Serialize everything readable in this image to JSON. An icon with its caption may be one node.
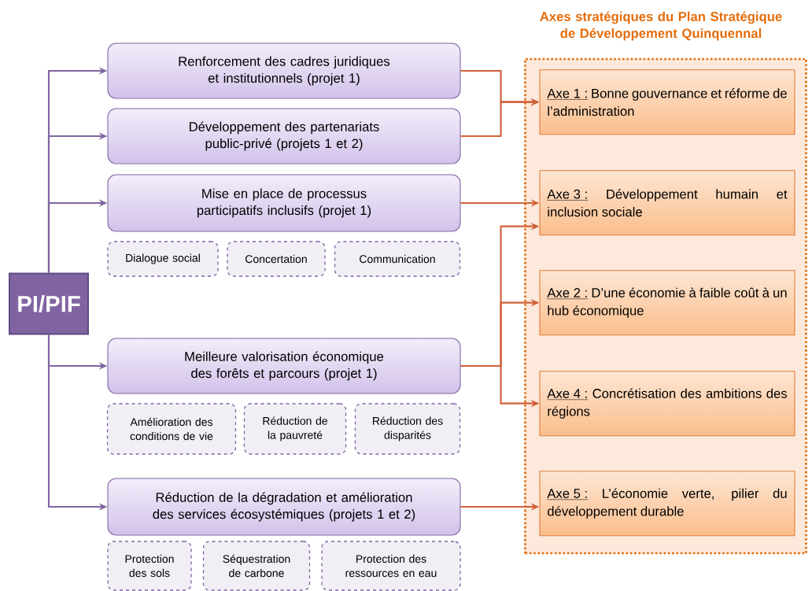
{
  "diagram": {
    "nodes": [
      {
        "text": [
          "PI/PIF"
        ]
      },
      {
        "text": [
          "Renforcement des cadres juridiques et institutionnels (projet 1)"
        ]
      },
      {
        "text": [
          "Développement des partenariats public-privé (projets 1 et 2)"
        ]
      },
      {
        "text": [
          "Mise en place de processus participatifs inclusifs (projet 1)"
        ]
      },
      {
        "text": [
          "Dialogue social"
        ]
      },
      {
        "text": [
          "Concertation"
        ]
      },
      {
        "text": [
          "Communication"
        ]
      },
      {
        "text": [
          "Meilleure valorisation économique des forêts et parcours (projet 1)"
        ]
      },
      {
        "text": [
          "Amélioration des conditions de vie"
        ]
      },
      {
        "text": [
          "Réduction de la pauvreté"
        ]
      },
      {
        "text": [
          "Réduction des disparités"
        ]
      },
      {
        "text": [
          "Réduction de la dégradation et amélioration des services écosystémiques (projets 1 et 2)"
        ]
      },
      {
        "text": [
          "Protection des sols"
        ]
      },
      {
        "text": [
          "Séquestration de carbone"
        ]
      },
      {
        "text": [
          "Protection des ressources en eau"
        ]
      },
      {
        "text": [
          "Axes stratégiques du Plan Stratégique de Développement Quinquennal"
        ]
      },
      {
        "text": [
          "Axe 1 :",
          "Bonne gouvernance et réforme de l’administration"
        ],
        "in": 15
      },
      {
        "text": [
          "Axe 3 :",
          "Développement humain et inclusion sociale"
        ],
        "in": 15
      },
      {
        "text": [
          "Axe 2 :",
          "D’une économie à faible coût à un hub économique"
        ],
        "in": 15
      },
      {
        "text": [
          "Axe 4 :",
          "Concrétisation des ambitions des régions"
        ],
        "in": 15
      },
      {
        "text": [
          "Axe 5 :",
          "L’économie verte, pilier du développement durable"
        ],
        "in": 15
      }
    ],
    "edges": [
      {
        "from": 0,
        "to": 1,
        "arrow": "to",
        "color": "#8064a2"
      },
      {
        "from": 0,
        "to": 2,
        "arrow": "to",
        "color": "#8064a2"
      },
      {
        "from": 0,
        "to": 3,
        "arrow": "to",
        "color": "#8064a2"
      },
      {
        "from": 0,
        "to": 7,
        "arrow": "to",
        "color": "#8064a2"
      },
      {
        "from": 0,
        "to": 11,
        "arrow": "to",
        "color": "#8064a2"
      },
      {
        "from": 1,
        "to": 16,
        "arrow": "to"
      },
      {
        "from": 2,
        "to": 16,
        "arrow": "to"
      },
      {
        "from": 3,
        "to": 17,
        "arrow": "to"
      },
      {
        "from": 7,
        "to": 17,
        "arrow": "to"
      },
      {
        "from": 7,
        "to": 18,
        "arrow": "to"
      },
      {
        "from": 7,
        "to": 19,
        "arrow": "to"
      },
      {
        "from": 11,
        "to": 20,
        "arrow": "to"
      }
    ]
  }
}
